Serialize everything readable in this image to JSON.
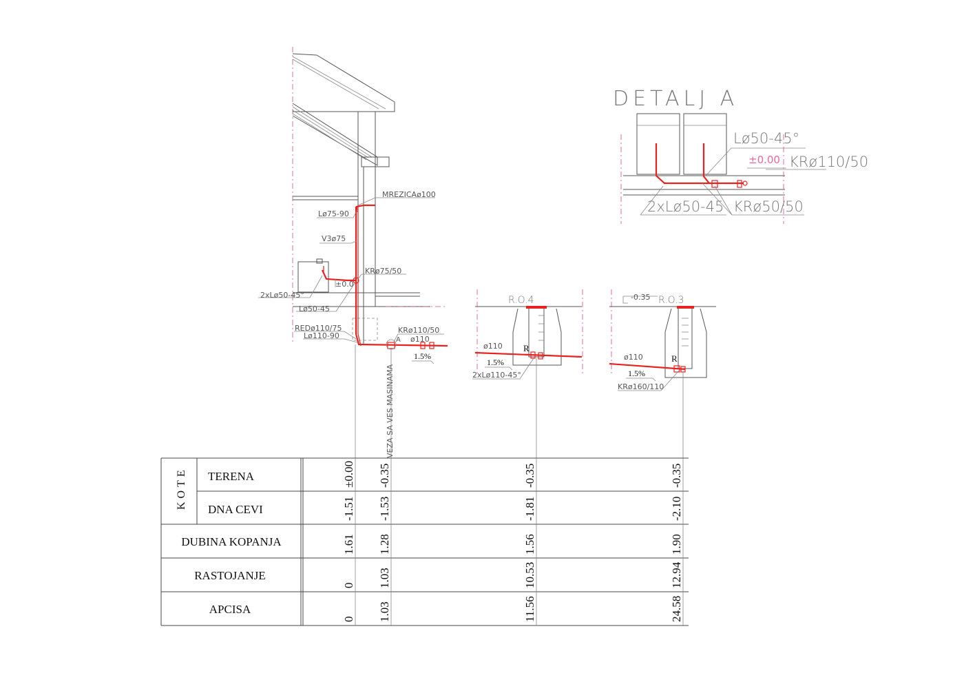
{
  "drawing": {
    "detail_title": "DETALJ A",
    "detail_labels": {
      "l50_45": "Lø50-45°",
      "elev_zero": "±0.00",
      "kr110_50": "KRø110/50",
      "twoxl50_45": "2xLø50-45",
      "kr50_50": "KRø50/50"
    },
    "labels": {
      "mrezica": "MREZICAø100",
      "l75_90": "Lø75-90",
      "v3_75": "V3ø75",
      "kr75_50": "KRø75/50",
      "zero": "±0.0",
      "twoxl50_45": "2xLø50-45°",
      "l50_45": "Lø50-45",
      "red110_75": "REDø110/75",
      "l110_90": "Lø110-90",
      "kr110_50": "KRø110/50",
      "marker_a": "A",
      "pipe110_a": "ø110",
      "slope_a": "1.5%",
      "veza": "VEZA SA VES MASINAMA",
      "ro4": "R.O.4",
      "pipe110_b": "ø110",
      "slope_b": "1.5%",
      "r_b": "R",
      "twoxl110_45": "2xLø110-45°",
      "ro3": "R.O.3",
      "elev_ro3": "-0.35",
      "pipe110_c": "ø110",
      "slope_c": "1.5%",
      "r_c": "R",
      "kr160_110": "KRø160/110"
    }
  },
  "table": {
    "kote_label": "KOTE",
    "rows": [
      {
        "label": "TERENA",
        "values": [
          "±0.00",
          "-0.35",
          "-0.35",
          "-0.35"
        ]
      },
      {
        "label": "DNA CEVI",
        "values": [
          "-1.51",
          "-1.53",
          "-1.81",
          "-2.10"
        ]
      },
      {
        "label": "DUBINA KOPANJA",
        "values": [
          "1.61",
          "1.28",
          "1.56",
          "1.90"
        ]
      },
      {
        "label": "RASTOJANJE",
        "values": [
          "0",
          "1.03",
          "10.53",
          "12.94"
        ]
      },
      {
        "label": "APCISA",
        "values": [
          "0",
          "1.03",
          "11.56",
          "24.58"
        ]
      }
    ]
  }
}
